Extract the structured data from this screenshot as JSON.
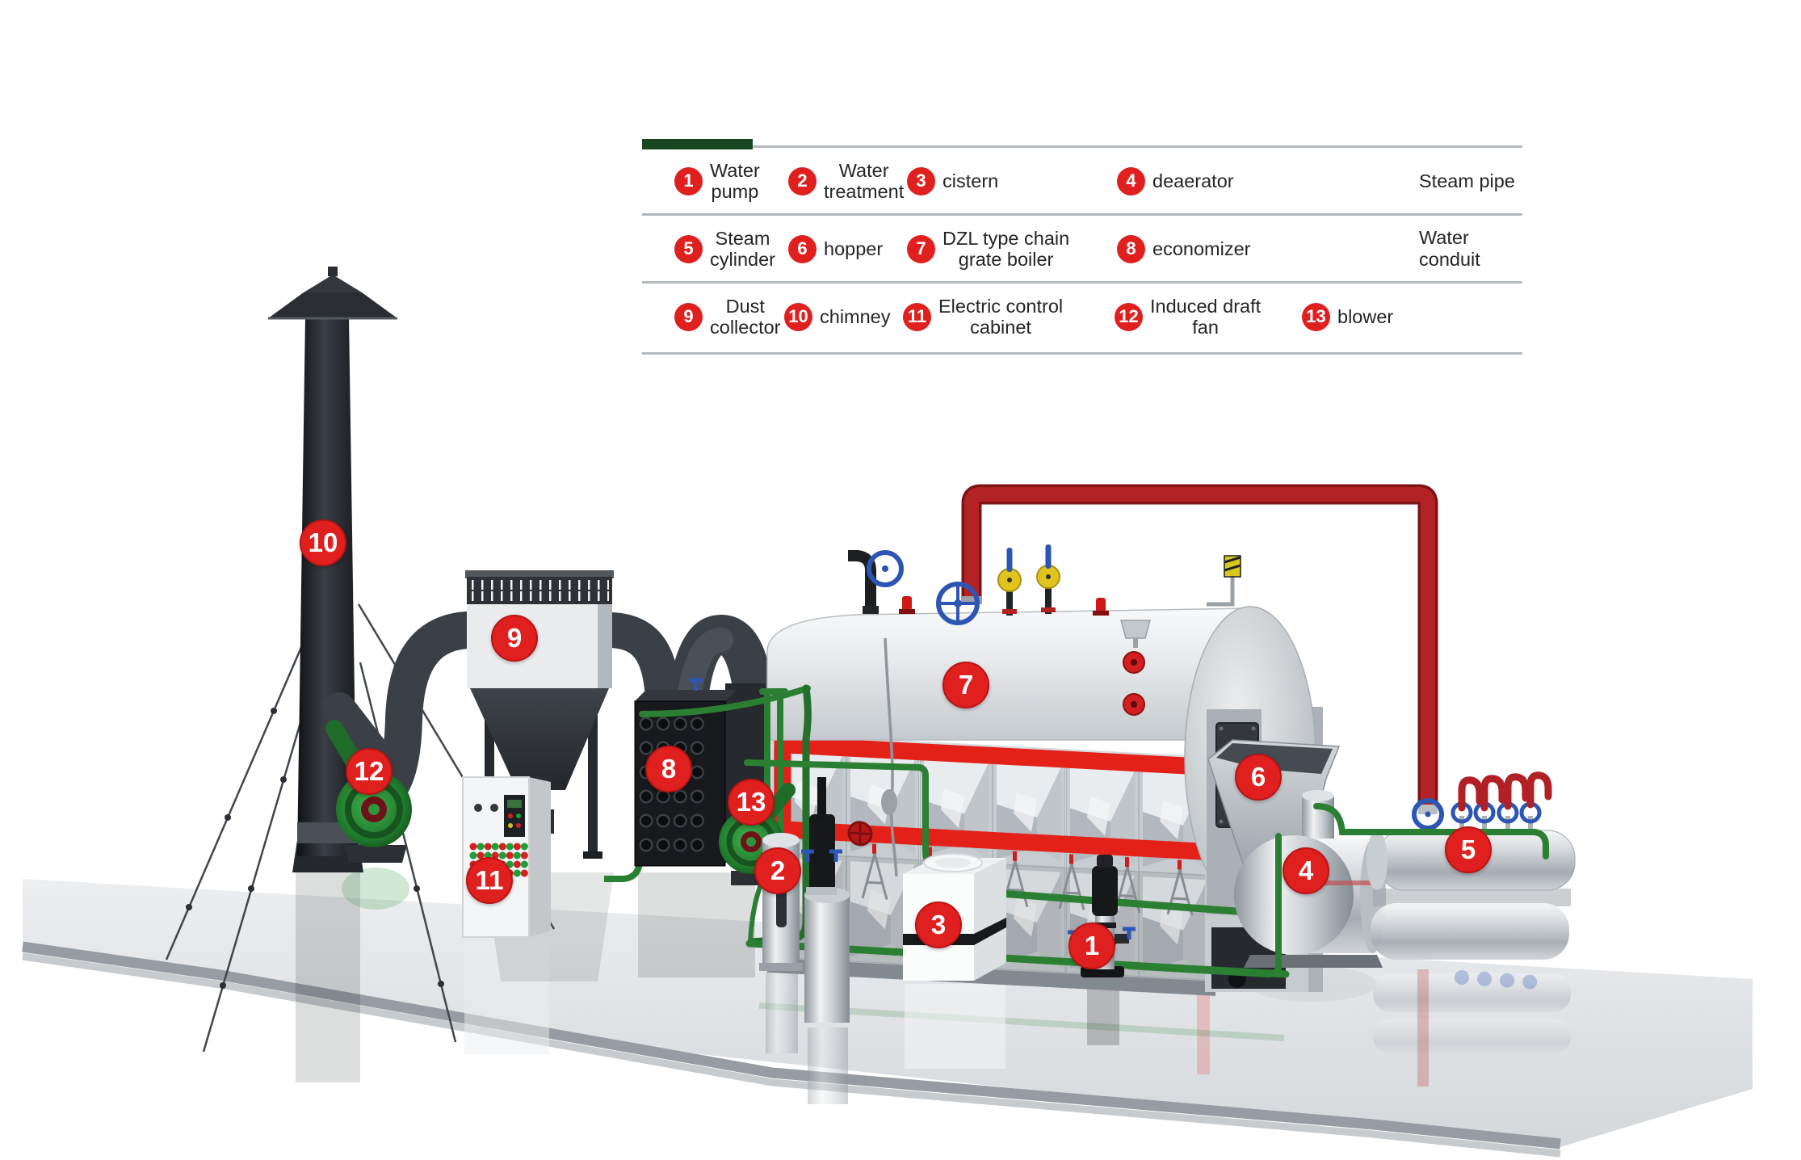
{
  "legend": {
    "rows": [
      {
        "items": [
          {
            "num": "1",
            "label": "Water\npump"
          },
          {
            "num": "2",
            "label": "Water\ntreatment"
          },
          {
            "num": "3",
            "label": "cistern"
          },
          {
            "num": "4",
            "label": "deaerator"
          }
        ],
        "swatch": {
          "label": "Steam pipe",
          "color": "#b01f24",
          "style": "background:#b01f24"
        }
      },
      {
        "items": [
          {
            "num": "5",
            "label": "Steam\ncylinder"
          },
          {
            "num": "6",
            "label": "hopper"
          },
          {
            "num": "7",
            "label": "DZL type chain\ngrate boiler"
          },
          {
            "num": "8",
            "label": "economizer"
          }
        ],
        "swatch": {
          "label": "Water conduit",
          "color": "#17461f",
          "style": "background:#17461f"
        }
      },
      {
        "items": [
          {
            "num": "9",
            "label": "Dust\ncollector"
          },
          {
            "num": "10",
            "label": "chimney"
          },
          {
            "num": "11",
            "label": "Electric control\ncabinet"
          },
          {
            "num": "12",
            "label": "Induced draft\nfan"
          },
          {
            "num": "13",
            "label": "blower"
          }
        ]
      }
    ]
  },
  "diagram": {
    "markers": [
      {
        "num": "1",
        "name": "water-pump"
      },
      {
        "num": "2",
        "name": "water-treatment"
      },
      {
        "num": "3",
        "name": "cistern"
      },
      {
        "num": "4",
        "name": "deaerator"
      },
      {
        "num": "5",
        "name": "steam-cylinder"
      },
      {
        "num": "6",
        "name": "hopper"
      },
      {
        "num": "7",
        "name": "dzl-chain-grate-boiler"
      },
      {
        "num": "8",
        "name": "economizer"
      },
      {
        "num": "9",
        "name": "dust-collector"
      },
      {
        "num": "10",
        "name": "chimney"
      },
      {
        "num": "11",
        "name": "electric-control-cabinet"
      },
      {
        "num": "12",
        "name": "induced-draft-fan"
      },
      {
        "num": "13",
        "name": "blower"
      }
    ]
  },
  "colors": {
    "marker_red": "#e01f1f",
    "steam_pipe": "#a81c1f",
    "boiler_frame": "#e32119",
    "water_conduit_pipe": "#2b7f33",
    "legend_steam_swatch": "#b01f24",
    "legend_water_swatch": "#17461f",
    "fan_green": "#2f9440"
  }
}
